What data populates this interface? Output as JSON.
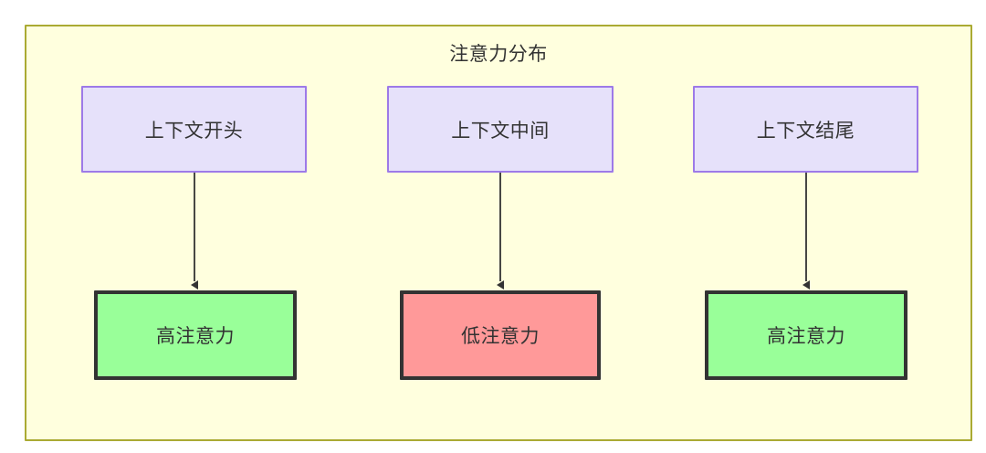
{
  "diagram": {
    "title": "注意力分布",
    "colors": {
      "cluster_fill": "#ffffde",
      "cluster_border": "#aaaa33",
      "context_fill": "#e6e1fa",
      "context_border": "#9d7ae8",
      "high_attention_fill": "#99ff99",
      "low_attention_fill": "#ff9999",
      "node_border_dark": "#333333",
      "edge": "#333333",
      "text": "#333333"
    },
    "nodes": {
      "context": [
        {
          "id": "ctx-start",
          "label": "上下文开头"
        },
        {
          "id": "ctx-mid",
          "label": "上下文中间"
        },
        {
          "id": "ctx-end",
          "label": "上下文结尾"
        }
      ],
      "attention": [
        {
          "id": "attn-1",
          "label": "高注意力",
          "level": "high"
        },
        {
          "id": "attn-2",
          "label": "低注意力",
          "level": "low"
        },
        {
          "id": "attn-3",
          "label": "高注意力",
          "level": "high"
        }
      ]
    },
    "edges": [
      {
        "from": "上下文开头",
        "to": "高注意力",
        "arrow": "down"
      },
      {
        "from": "上下文中间",
        "to": "低注意力",
        "arrow": "down"
      },
      {
        "from": "上下文结尾",
        "to": "高注意力",
        "arrow": "down"
      }
    ]
  }
}
